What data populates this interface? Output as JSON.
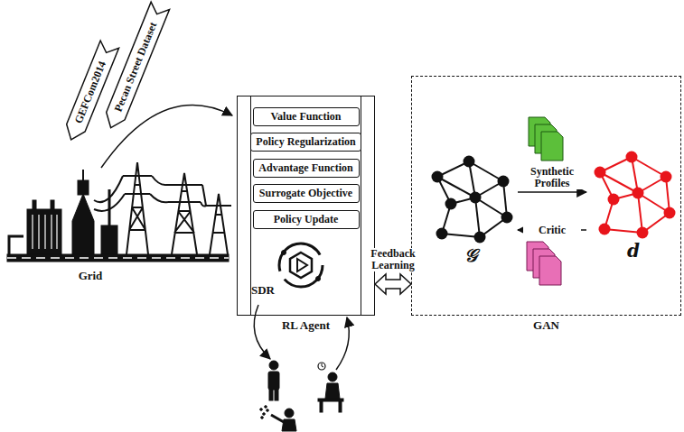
{
  "diagram": {
    "nodes": [
      {
        "text": [
          "Pecan Street Dataset"
        ]
      },
      {
        "text": [
          "GEFCom2014"
        ]
      },
      {
        "text": [
          "RL Agent"
        ]
      },
      {
        "text": [
          "Value Function"
        ],
        "in": 2
      },
      {
        "text": [
          "Policy Regularization"
        ],
        "in": 2
      },
      {
        "text": [
          "Advantage Function"
        ],
        "in": 2
      },
      {
        "text": [
          "Surrogate Objective"
        ],
        "in": 2
      },
      {
        "text": [
          "Policy Update"
        ],
        "in": 2
      },
      {
        "text": [
          "GAN"
        ]
      },
      {
        "text": [
          "𝒢"
        ],
        "in": 8
      },
      {
        "text": [
          "d"
        ],
        "in": 8
      }
    ],
    "edges": [
      {
        "from": 2,
        "to": 8,
        "label": "Feedback Learning",
        "arrow": "both"
      },
      {
        "from": 9,
        "to": 10,
        "label": "Synthetic Profiles",
        "arrow": "to"
      },
      {
        "from": 10,
        "to": 9,
        "label": "Critic",
        "arrow": "to"
      }
    ],
    "labels": [
      "Grid",
      "SDR"
    ]
  }
}
